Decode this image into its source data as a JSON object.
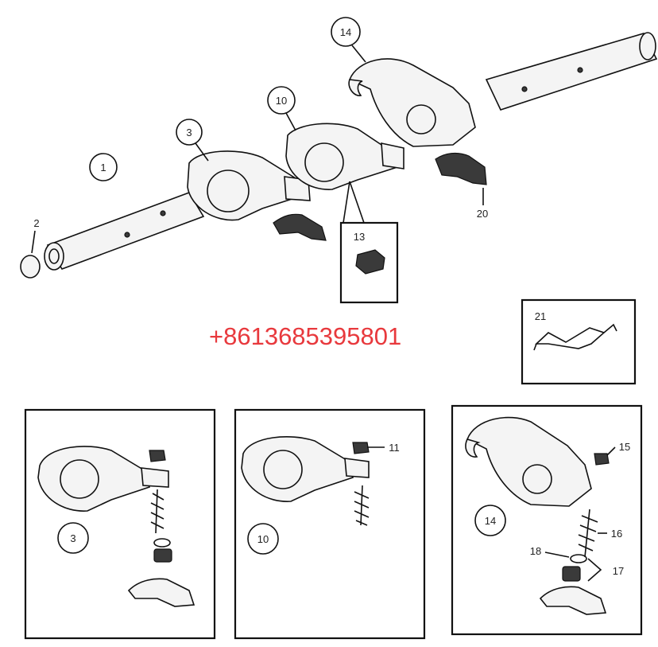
{
  "diagram": {
    "contact": "+8613685395801",
    "callouts": {
      "shaft": "1",
      "plug": "2",
      "arm3": "3",
      "arm10": "10",
      "arm14": "14",
      "nut13": "13",
      "clip20": "20",
      "bracket21": "21",
      "detail3_label": "3",
      "detail10_label": "10",
      "detail10_nut": "11",
      "detail14_label": "14",
      "detail14_nut": "15",
      "detail14_screw": "16",
      "detail14_washer": "18",
      "detail14_cap": "17"
    }
  }
}
